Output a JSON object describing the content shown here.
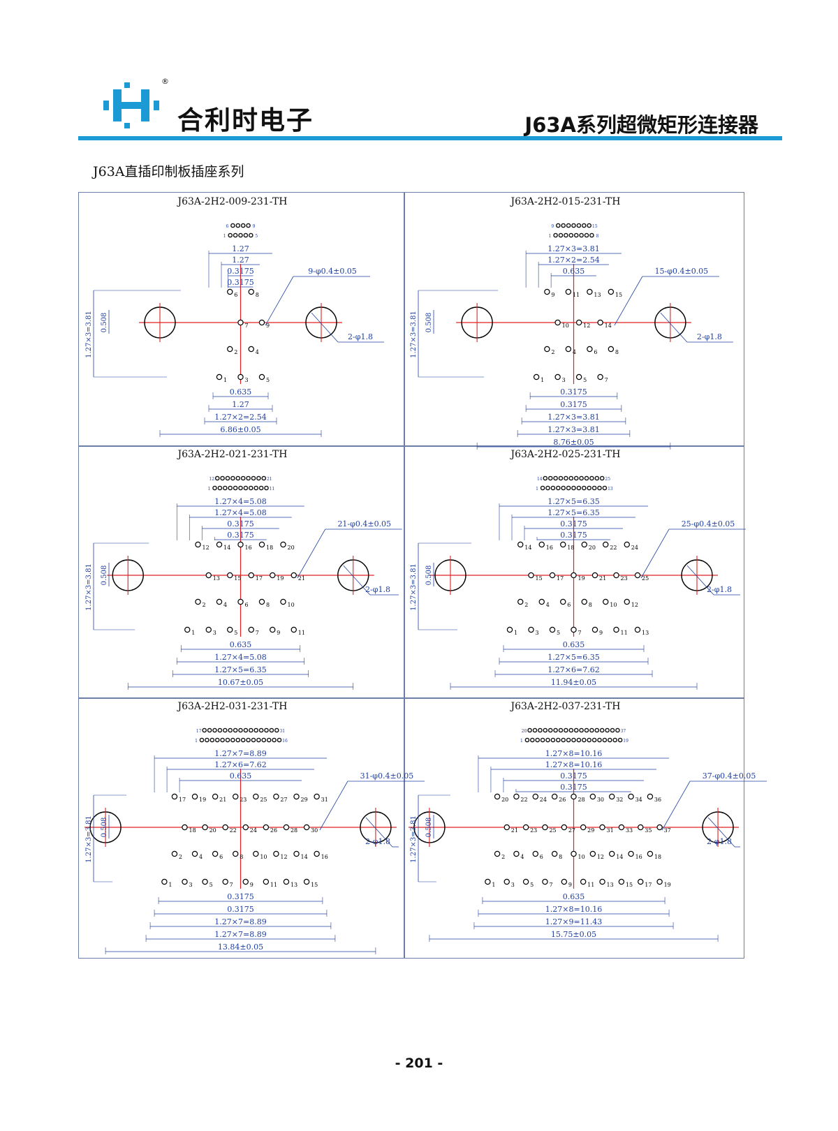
{
  "header": {
    "company": "合利时电子",
    "registered_mark": "®",
    "series_title": "J63A系列超微矩形连接器",
    "brand_color": "#1b9ad6",
    "logo_icon": "h-logo-icon"
  },
  "section_title": "J63A直插印制板插座系列",
  "diagram_colors": {
    "dimension": "#1f3fa0",
    "centerline": "#e02020",
    "outline": "#000000"
  },
  "parts": [
    {
      "part_number": "J63A-2H2-009-231-TH",
      "pins": 9,
      "top_row": 4,
      "top_first": 6,
      "top_last": 9,
      "bottom_first": 1,
      "bottom_last": 5,
      "pin_callout": "9-φ0.4±0.05",
      "mount_callout": "2-φ1.8",
      "dims_top": [
        "1.27",
        "1.27",
        "0.3175",
        "0.3175"
      ],
      "dims_bottom": [
        "0.635",
        "1.27",
        "1.27×2=2.54",
        "6.86±0.05"
      ],
      "dims_left": [
        "1.27×3=3.81",
        "0.508"
      ]
    },
    {
      "part_number": "J63A-2H2-015-231-TH",
      "pins": 15,
      "top_row": 7,
      "top_first": 9,
      "top_last": 15,
      "bottom_first": 1,
      "bottom_last": 8,
      "pin_callout": "15-φ0.4±0.05",
      "mount_callout": "2-φ1.8",
      "dims_top": [
        "1.27×3=3.81",
        "1.27×2=2.54",
        "0.635"
      ],
      "dims_bottom": [
        "0.3175",
        "0.3175",
        "1.27×3=3.81",
        "1.27×3=3.81",
        "8.76±0.05"
      ],
      "dims_left": [
        "1.27×3=3.81",
        "0.508"
      ]
    },
    {
      "part_number": "J63A-2H2-021-231-TH",
      "pins": 21,
      "top_row": 10,
      "top_first": 12,
      "top_last": 21,
      "bottom_first": 1,
      "bottom_last": 11,
      "pin_callout": "21-φ0.4±0.05",
      "mount_callout": "2-φ1.8",
      "dims_top": [
        "1.27×4=5.08",
        "1.27×4=5.08",
        "0.3175",
        "0.3175"
      ],
      "dims_bottom": [
        "0.635",
        "1.27×4=5.08",
        "1.27×5=6.35",
        "10.67±0.05"
      ],
      "dims_left": [
        "1.27×3=3.81",
        "0.508"
      ]
    },
    {
      "part_number": "J63A-2H2-025-231-TH",
      "pins": 25,
      "top_row": 12,
      "top_first": 14,
      "top_last": 25,
      "bottom_first": 1,
      "bottom_last": 13,
      "pin_callout": "25-φ0.4±0.05",
      "mount_callout": "2-φ1.8",
      "dims_top": [
        "1.27×5=6.35",
        "1.27×5=6.35",
        "0.3175",
        "0.3175"
      ],
      "dims_bottom": [
        "0.635",
        "1.27×5=6.35",
        "1.27×6=7.62",
        "11.94±0.05"
      ],
      "dims_left": [
        "1.27×3=3.81",
        "0.508"
      ]
    },
    {
      "part_number": "J63A-2H2-031-231-TH",
      "pins": 31,
      "top_row": 15,
      "top_first": 17,
      "top_last": 31,
      "bottom_first": 1,
      "bottom_last": 16,
      "pin_callout": "31-φ0.4±0.05",
      "mount_callout": "2-φ1.8",
      "dims_top": [
        "1.27×7=8.89",
        "1.27×6=7.62",
        "0.635"
      ],
      "dims_bottom": [
        "0.3175",
        "0.3175",
        "1.27×7=8.89",
        "1.27×7=8.89",
        "13.84±0.05"
      ],
      "dims_left": [
        "1.27×3=3.81",
        "0.508"
      ]
    },
    {
      "part_number": "J63A-2H2-037-231-TH",
      "pins": 37,
      "top_row": 18,
      "top_first": 20,
      "top_last": 37,
      "bottom_first": 1,
      "bottom_last": 19,
      "pin_callout": "37-φ0.4±0.05",
      "mount_callout": "2-φ1.8",
      "dims_top": [
        "1.27×8=10.16",
        "1.27×8=10.16",
        "0.3175",
        "0.3175"
      ],
      "dims_bottom": [
        "0.635",
        "1.27×8=10.16",
        "1.27×9=11.43",
        "15.75±0.05"
      ],
      "dims_left": [
        "1.27×3=3.81",
        "0.508"
      ]
    }
  ],
  "page_number": "- 201 -"
}
